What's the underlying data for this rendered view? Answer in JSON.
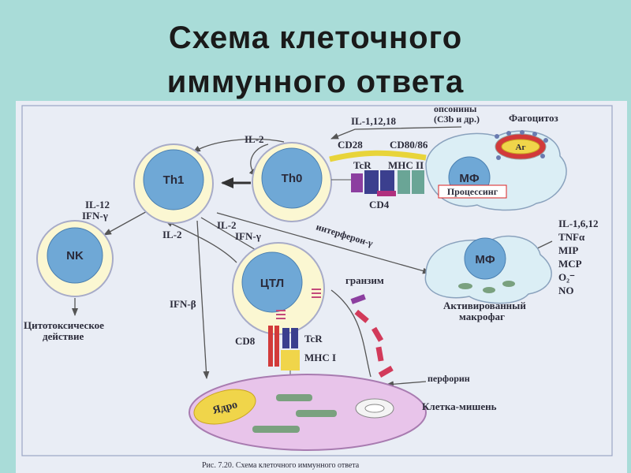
{
  "title": {
    "line1": "Схема клеточного",
    "line2": "иммунного ответа"
  },
  "diagram": {
    "cells": {
      "th1": "Th1",
      "th0": "Th0",
      "nk": "NK",
      "ctl": "ЦТЛ",
      "mf_top": "МФ",
      "mf_active": "МФ",
      "antigen": "Аг",
      "nucleus": "Ядро"
    },
    "labels": {
      "opsonins": "опсонины",
      "opsonins_detail": "(C3b и др.)",
      "phagocytosis": "Фагоцитоз",
      "il_1_12_18": "IL-1,12,18",
      "il2_top": "IL-2",
      "cd28": "CD28",
      "cd80_86": "CD80/86",
      "tcr_top": "TcR",
      "mhc2": "MHC II",
      "processing": "Процессинг",
      "cd4": "CD4",
      "il12": "IL-12",
      "ifn_gamma_left": "IFN-γ",
      "il2_left": "IL-2",
      "il2_mid": "IL-2",
      "ifn_gamma_mid": "IFN-γ",
      "interferon_gamma": "интерферон-γ",
      "il_1_6_12": "IL-1,6,12",
      "tnf_alpha": "TNFα",
      "mip": "MIP",
      "mcp": "MCP",
      "o2": "O₂⁻",
      "no": "NO",
      "activated_1": "Активированный",
      "activated_2": "макрофаг",
      "granzyme": "гранзим",
      "cytotoxic_1": "Цитотоксическое",
      "cytotoxic_2": "действие",
      "ifn_beta": "IFN-β",
      "cd8": "CD8",
      "tcr_bottom": "TcR",
      "mhc1": "MHC I",
      "perforin": "перфорин",
      "target_cell": "Клетка-мишень"
    },
    "caption": "Рис. 7.20. Схема клеточного иммунного ответа"
  }
}
